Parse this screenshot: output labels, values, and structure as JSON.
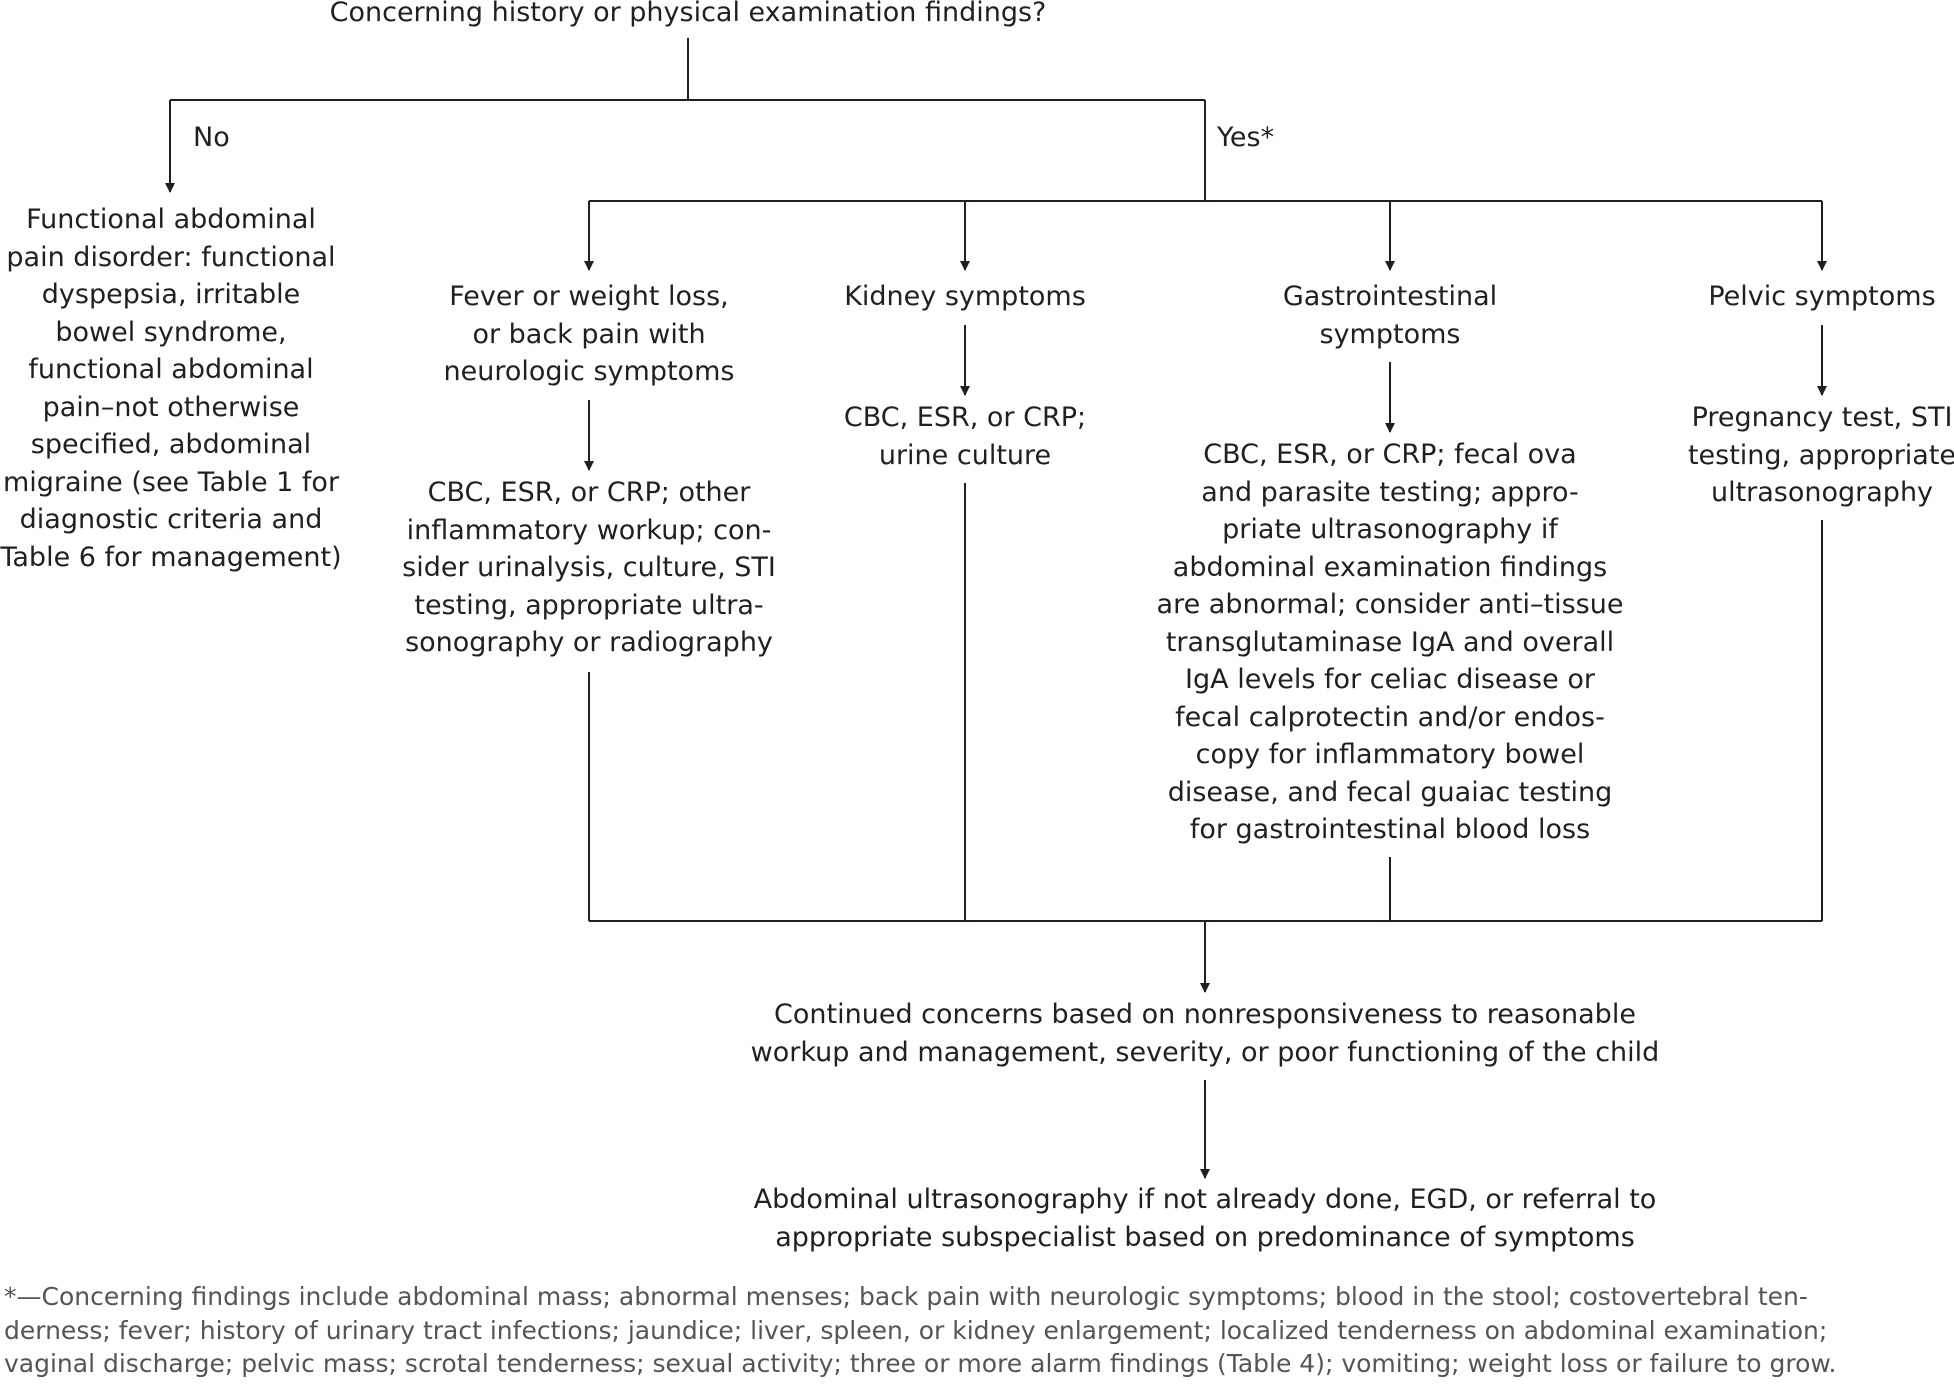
{
  "nodes": {
    "question": "Concerning history or physical examination findings?",
    "functional": "Functional abdominal\npain disorder: functional\ndyspepsia, irritable\nbowel syndrome,\nfunctional abdominal\npain–not otherwise\nspecified, abdominal\nmigraine (see Table 1 for\ndiagnostic criteria and\nTable 6 for management)",
    "fever": "Fever or weight loss,\nor back pain with\nneurologic symptoms",
    "kidney": "Kidney symptoms",
    "gi": "Gastrointestinal\nsymptoms",
    "pelvic": "Pelvic symptoms",
    "fever_workup": "CBC, ESR, or CRP; other\ninflammatory workup; con-\nsider urinalysis, culture, STI\ntesting, appropriate ultra-\nsonography or radiography",
    "kidney_workup": "CBC, ESR, or CRP;\nurine culture",
    "gi_workup": "CBC, ESR, or CRP; fecal ova\nand parasite testing; appro-\npriate ultrasonography if\nabdominal examination findings\nare abnormal; consider anti–tissue\ntransglutaminase IgA and overall\nIgA levels for celiac disease or\nfecal calprotectin and/or endos-\ncopy for inflammatory bowel\ndisease, and fecal guaiac testing\nfor gastrointestinal blood loss",
    "pelvic_workup": "Pregnancy test, STI\ntesting, appropriate\nultrasonography",
    "continued": "Continued concerns based on nonresponsiveness to reasonable\nworkup and management, severity, or poor functioning of the child",
    "final": "Abdominal ultrasonography if not already done, EGD, or referral to\nappropriate subspecialist based on predominance of symptoms"
  },
  "edge_labels": {
    "no": "No",
    "yes": "Yes*"
  },
  "footnote": "*—Concerning findings include abdominal mass; abnormal menses; back pain with neurologic symptoms; blood in the stool; costovertebral ten-\nderness; fever; history of urinary tract infections; jaundice; liver, spleen, or kidney enlargement; localized tenderness on abdominal examination;\nvaginal discharge; pelvic mass; scrotal tenderness; sexual activity; three or more alarm findings (Table 4); vomiting; weight loss or failure to grow.",
  "colors": {
    "line": "#231f20",
    "text": "#231f20",
    "footnote_text": "#555555"
  }
}
